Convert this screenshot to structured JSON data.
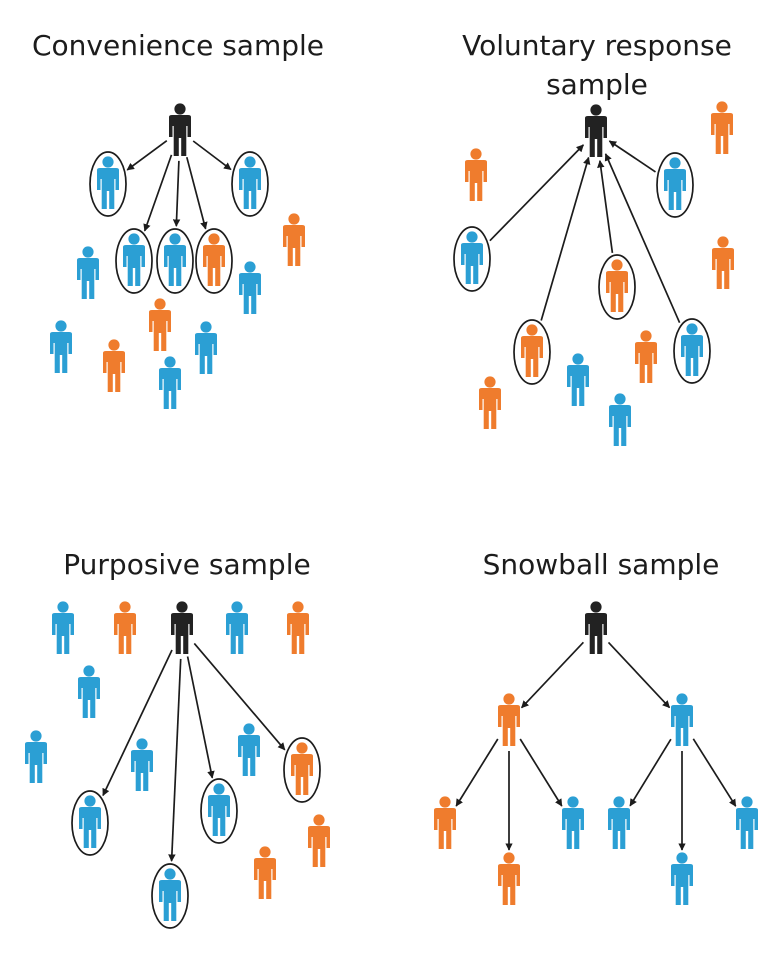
{
  "colors": {
    "black": "#222222",
    "blue": "#2b9fd4",
    "orange": "#ef7c2d",
    "line": "#1c1c1c"
  },
  "icons": {
    "person": "person-icon"
  },
  "panels": [
    {
      "id": "convenience",
      "title_lines": [
        "Convenience sample"
      ],
      "people": [
        {
          "id": "r",
          "color": "black"
        },
        {
          "id": "a",
          "color": "blue",
          "selected": true
        },
        {
          "id": "b",
          "color": "blue",
          "selected": true
        },
        {
          "id": "c",
          "color": "blue",
          "selected": true
        },
        {
          "id": "d",
          "color": "blue",
          "selected": true
        },
        {
          "id": "e",
          "color": "orange",
          "selected": true
        },
        {
          "id": "f",
          "color": "orange"
        },
        {
          "id": "g",
          "color": "blue"
        },
        {
          "id": "h",
          "color": "blue"
        },
        {
          "id": "i",
          "color": "orange"
        },
        {
          "id": "j",
          "color": "blue"
        },
        {
          "id": "k",
          "color": "blue"
        },
        {
          "id": "l",
          "color": "orange"
        },
        {
          "id": "m",
          "color": "blue"
        }
      ],
      "edges": [
        [
          "r",
          "a"
        ],
        [
          "r",
          "b"
        ],
        [
          "r",
          "c"
        ],
        [
          "r",
          "d"
        ],
        [
          "r",
          "e"
        ]
      ]
    },
    {
      "id": "voluntary",
      "title_lines": [
        "Voluntary response",
        "sample"
      ],
      "people": [
        {
          "id": "r",
          "color": "black"
        },
        {
          "id": "a",
          "color": "orange"
        },
        {
          "id": "b",
          "color": "orange"
        },
        {
          "id": "c",
          "color": "blue",
          "selected": true
        },
        {
          "id": "d",
          "color": "blue",
          "selected": true
        },
        {
          "id": "e",
          "color": "orange"
        },
        {
          "id": "f",
          "color": "orange",
          "selected": true
        },
        {
          "id": "g",
          "color": "orange",
          "selected": true
        },
        {
          "id": "h",
          "color": "orange"
        },
        {
          "id": "i",
          "color": "blue",
          "selected": true
        },
        {
          "id": "j",
          "color": "blue"
        },
        {
          "id": "k",
          "color": "orange"
        },
        {
          "id": "l",
          "color": "blue"
        }
      ],
      "edges": [
        [
          "d",
          "r"
        ],
        [
          "c",
          "r"
        ],
        [
          "g",
          "r"
        ],
        [
          "f",
          "r"
        ],
        [
          "i",
          "r"
        ]
      ]
    },
    {
      "id": "purposive",
      "title_lines": [
        "Purposive sample"
      ],
      "people": [
        {
          "id": "a",
          "color": "blue"
        },
        {
          "id": "b",
          "color": "orange"
        },
        {
          "id": "r",
          "color": "black"
        },
        {
          "id": "c",
          "color": "blue"
        },
        {
          "id": "d",
          "color": "orange"
        },
        {
          "id": "e",
          "color": "blue"
        },
        {
          "id": "f",
          "color": "blue"
        },
        {
          "id": "g",
          "color": "blue"
        },
        {
          "id": "h",
          "color": "blue"
        },
        {
          "id": "i",
          "color": "orange",
          "selected": true
        },
        {
          "id": "j",
          "color": "blue",
          "selected": true
        },
        {
          "id": "k",
          "color": "blue",
          "selected": true
        },
        {
          "id": "l",
          "color": "orange"
        },
        {
          "id": "m",
          "color": "orange"
        },
        {
          "id": "n",
          "color": "blue",
          "selected": true
        }
      ],
      "edges": [
        [
          "r",
          "j"
        ],
        [
          "r",
          "n"
        ],
        [
          "r",
          "k"
        ],
        [
          "r",
          "i"
        ]
      ]
    },
    {
      "id": "snowball",
      "title_lines": [
        "Snowball sample"
      ],
      "people": [
        {
          "id": "r",
          "color": "black"
        },
        {
          "id": "a",
          "color": "orange"
        },
        {
          "id": "b",
          "color": "blue"
        },
        {
          "id": "c",
          "color": "orange"
        },
        {
          "id": "d",
          "color": "orange"
        },
        {
          "id": "e",
          "color": "blue"
        },
        {
          "id": "f",
          "color": "blue"
        },
        {
          "id": "g",
          "color": "blue"
        },
        {
          "id": "h",
          "color": "blue"
        }
      ],
      "edges": [
        [
          "r",
          "a"
        ],
        [
          "r",
          "b"
        ],
        [
          "a",
          "c"
        ],
        [
          "a",
          "d"
        ],
        [
          "a",
          "e"
        ],
        [
          "b",
          "f"
        ],
        [
          "b",
          "g"
        ],
        [
          "b",
          "h"
        ]
      ]
    }
  ]
}
